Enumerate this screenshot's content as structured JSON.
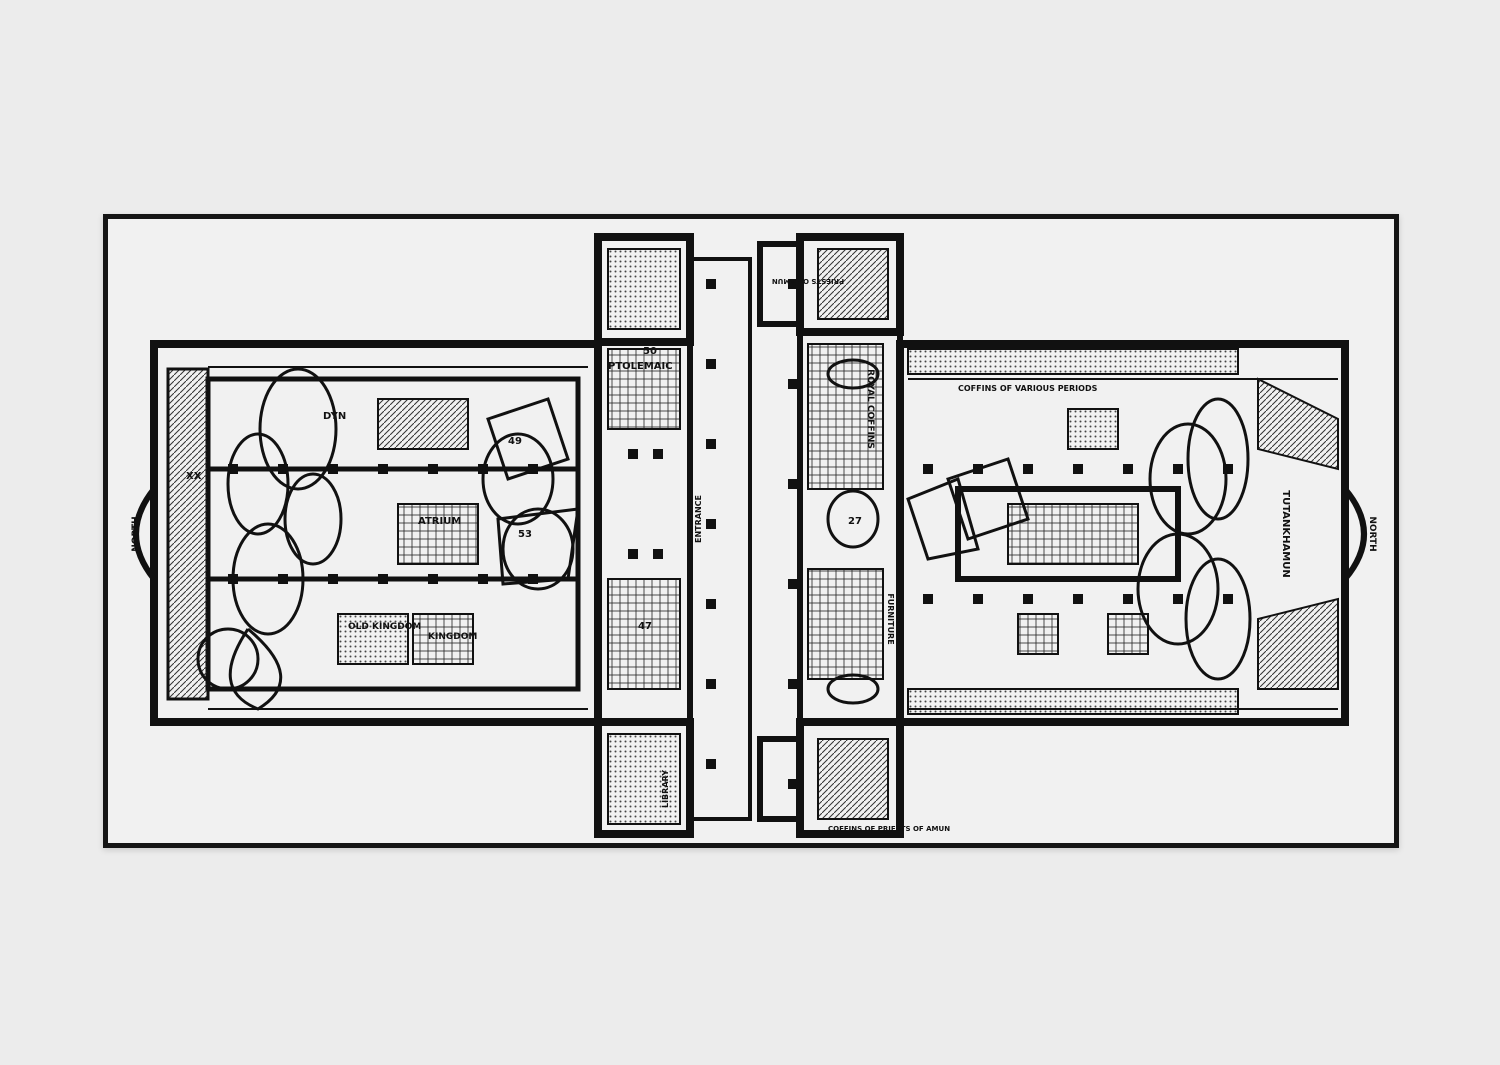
{
  "artwork": {
    "colors": {
      "wall": "#ececec",
      "frame": "#151515",
      "paper": "#f1f1f1",
      "ink": "#111111"
    },
    "left_plan": {
      "compass": "NORTH",
      "labels": [
        "ATRIUM",
        "PTOLEMAIC",
        "OLD KINGDOM",
        "KINGDOM",
        "ENTRANCE",
        "LIBRARY",
        "DYN",
        "XX",
        "53",
        "49",
        "50",
        "47"
      ]
    },
    "right_plan": {
      "compass": "NORTH",
      "labels": [
        "ROYAL COFFINS",
        "COFFINS OF VARIOUS PERIODS",
        "FURNITURE",
        "PRIESTS OF AMUN",
        "COFFINS OF PRIESTS OF AMUN",
        "TUTANKHAMUN",
        "27"
      ]
    }
  }
}
